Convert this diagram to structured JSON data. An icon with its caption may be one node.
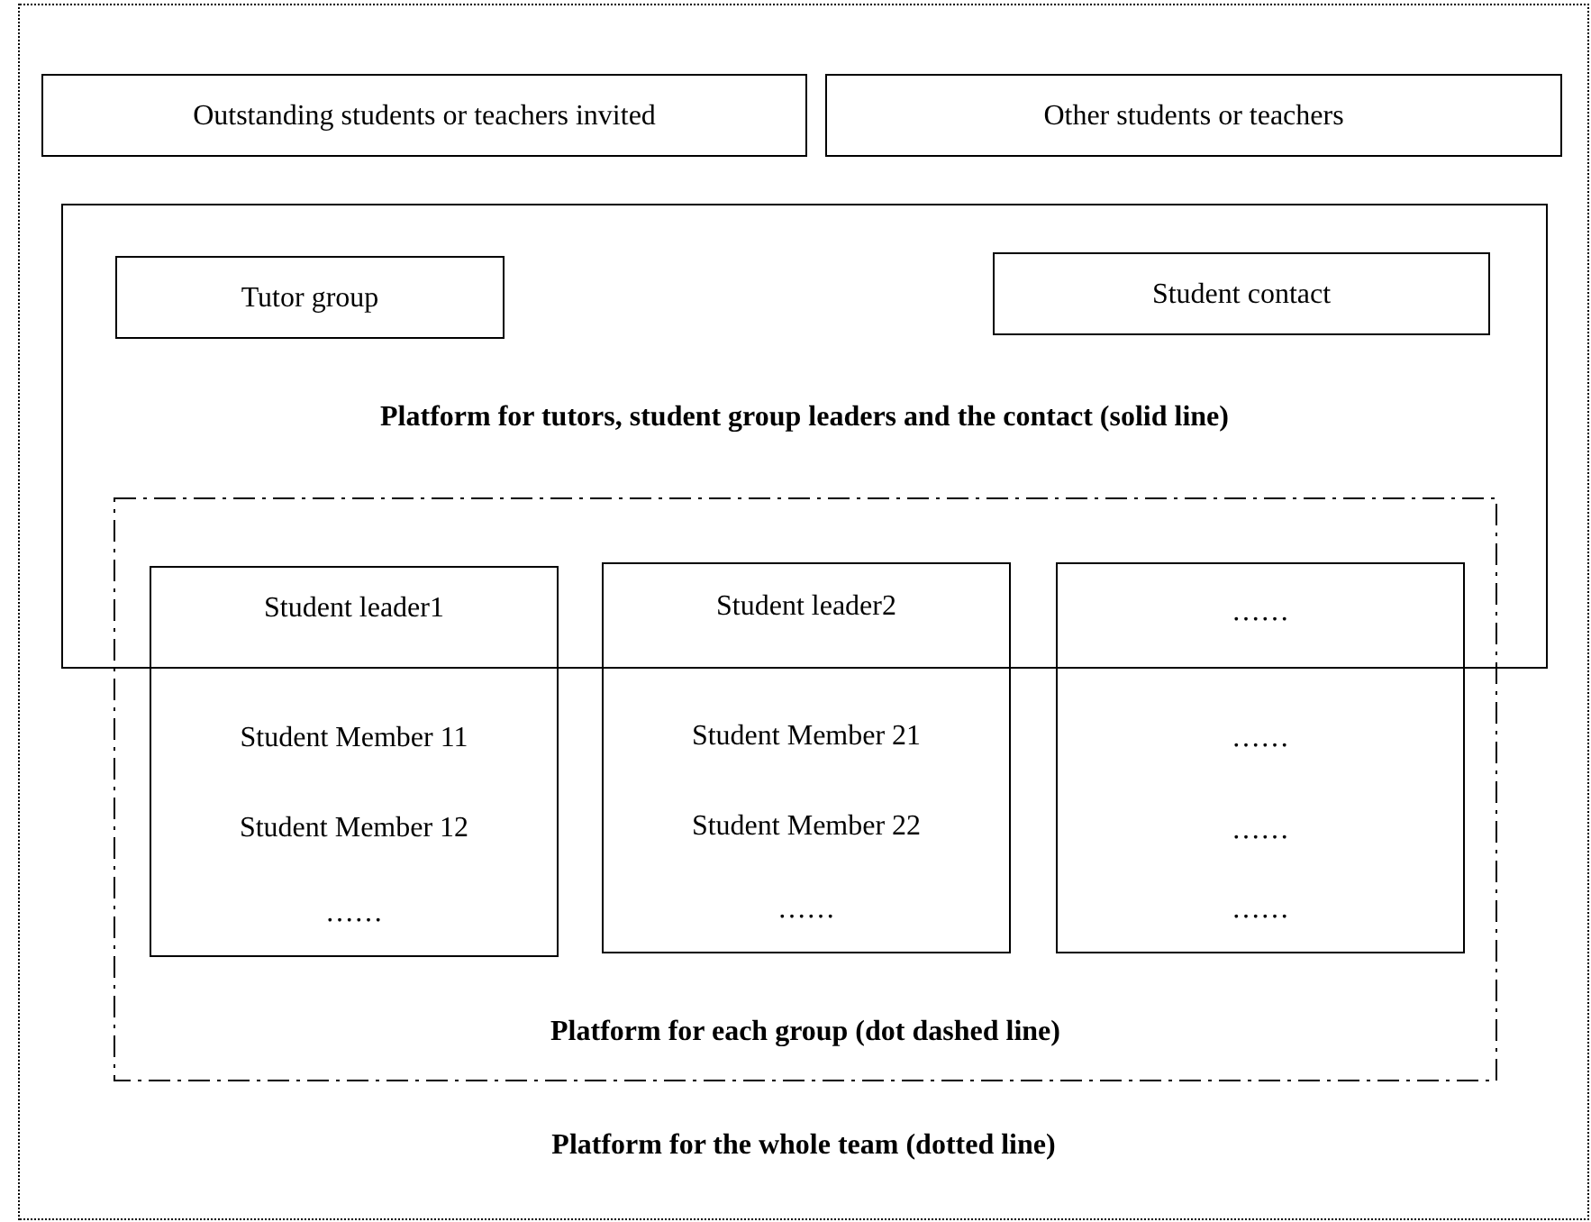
{
  "diagram": {
    "nodes": [
      {
        "text": [
          "Platform for the whole team (dotted line)"
        ]
      },
      {
        "text": [
          "Outstanding students or teachers invited"
        ],
        "in": 0
      },
      {
        "text": [
          "Other students or teachers"
        ],
        "in": 0
      },
      {
        "text": [
          "Platform for tutors, student group leaders and the contact (solid line)"
        ],
        "in": 0
      },
      {
        "text": [
          "Tutor group"
        ],
        "in": 3
      },
      {
        "text": [
          "Student contact"
        ],
        "in": 3
      },
      {
        "text": [
          "Platform for each group (dot dashed line)"
        ],
        "in": 0
      },
      {
        "text": [
          "Student leader1",
          "Student Member 11",
          "Student Member 12",
          "……"
        ],
        "in": 6
      },
      {
        "text": [
          "Student leader2",
          "Student Member 21",
          "Student Member 22",
          "……"
        ],
        "in": 6
      },
      {
        "text": [
          "……",
          "……",
          "……",
          "……"
        ],
        "in": 6
      }
    ],
    "edges": []
  }
}
